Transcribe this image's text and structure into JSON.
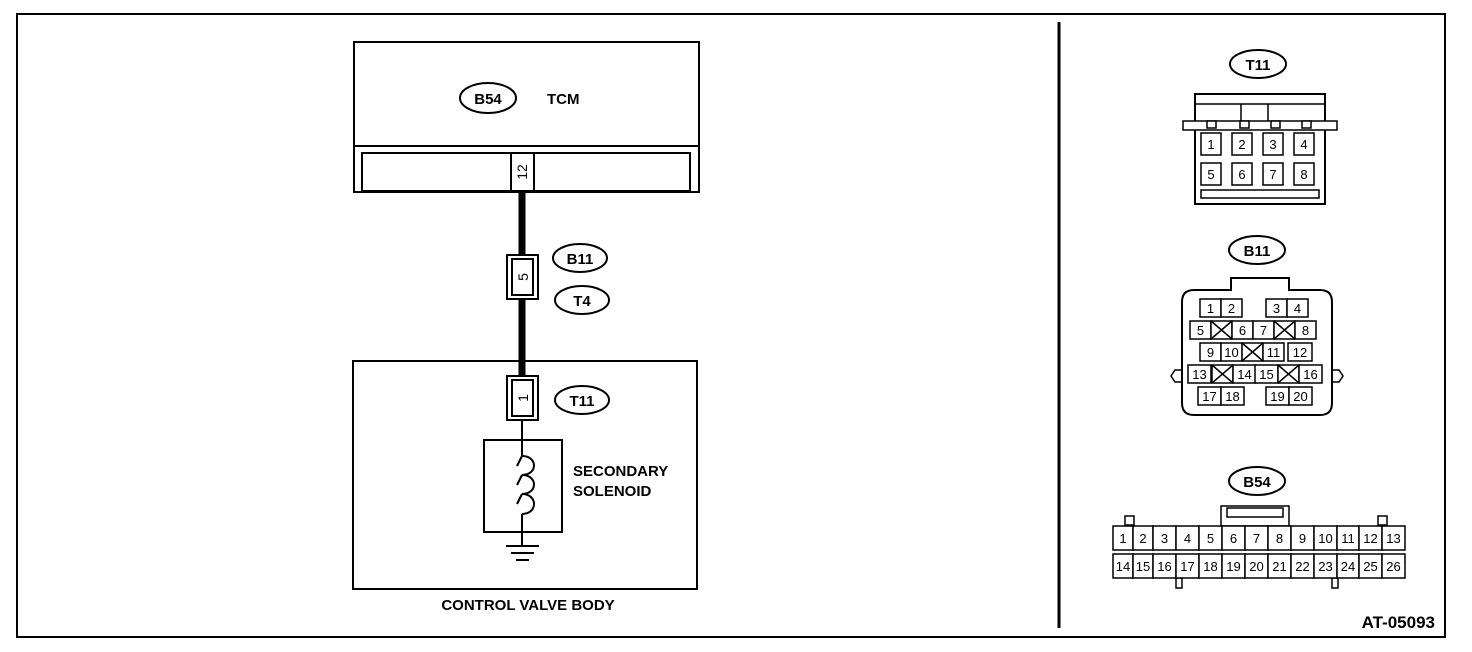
{
  "tcm": {
    "connector_label": "B54",
    "label": "TCM",
    "pin": "12"
  },
  "harness": {
    "connector_top_label": "B11",
    "connector_bottom_label": "T4",
    "pin": "5"
  },
  "control_valve": {
    "connector_label": "T11",
    "pin": "1",
    "solenoid_label_line1": "SECONDARY",
    "solenoid_label_line2": "SOLENOID",
    "body_label": "CONTROL VALVE BODY"
  },
  "connector_views": {
    "t11": {
      "label": "T11",
      "row1": [
        "1",
        "2",
        "3",
        "4"
      ],
      "row2": [
        "5",
        "6",
        "7",
        "8"
      ]
    },
    "b11": {
      "label": "B11",
      "row1": [
        "1",
        "2",
        "3",
        "4"
      ],
      "row2": [
        "5",
        "6",
        "7",
        "8"
      ],
      "row3": [
        "9",
        "10",
        "11",
        "12"
      ],
      "row4": [
        "13",
        "14",
        "15",
        "16"
      ],
      "row5": [
        "17",
        "18",
        "19",
        "20"
      ]
    },
    "b54": {
      "label": "B54",
      "row1": [
        "1",
        "2",
        "3",
        "4",
        "5",
        "6",
        "7",
        "8",
        "9",
        "10",
        "11",
        "12",
        "13"
      ],
      "row2": [
        "14",
        "15",
        "16",
        "17",
        "18",
        "19",
        "20",
        "21",
        "22",
        "23",
        "24",
        "25",
        "26"
      ]
    }
  },
  "figure_id": "AT-05093"
}
